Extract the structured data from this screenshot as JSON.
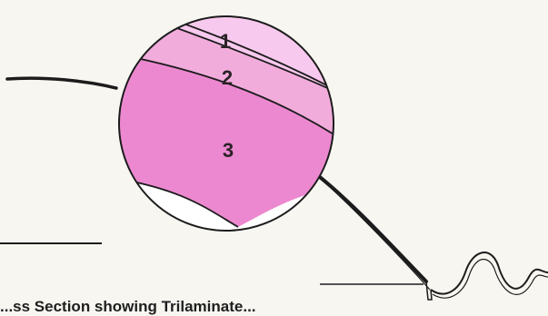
{
  "diagram": {
    "caption": "...ss Section showing Trilaminate..."
  },
  "layers": [
    {
      "label": "1",
      "color": "#f8c9ee"
    },
    {
      "label": "2",
      "color": "#f2acdc"
    },
    {
      "label": "3",
      "color": "#ec88d0"
    }
  ],
  "colors": {
    "background": "#f7f6f1",
    "stroke": "#1c1c1c",
    "circle_background": "#ffffff"
  }
}
